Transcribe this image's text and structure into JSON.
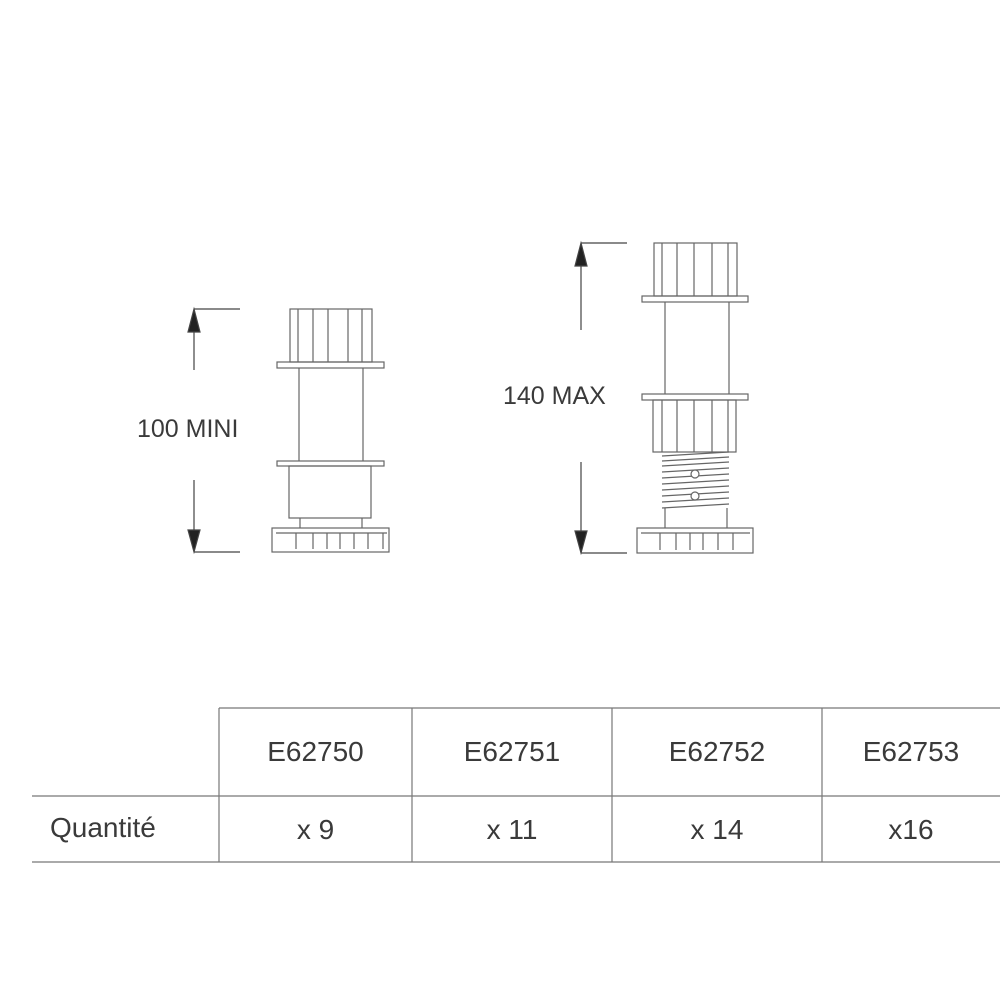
{
  "diagram": {
    "min_label": "100 MINI",
    "max_label": "140 MAX"
  },
  "table": {
    "row_label": "Quantité",
    "columns": [
      {
        "ref": "E62750",
        "quantity": "x 9"
      },
      {
        "ref": "E62751",
        "quantity": "x 11"
      },
      {
        "ref": "E62752",
        "quantity": "x 14"
      },
      {
        "ref": "E62753",
        "quantity": "x16"
      }
    ]
  },
  "colors": {
    "line": "#555555",
    "text": "#3a3a3a"
  }
}
